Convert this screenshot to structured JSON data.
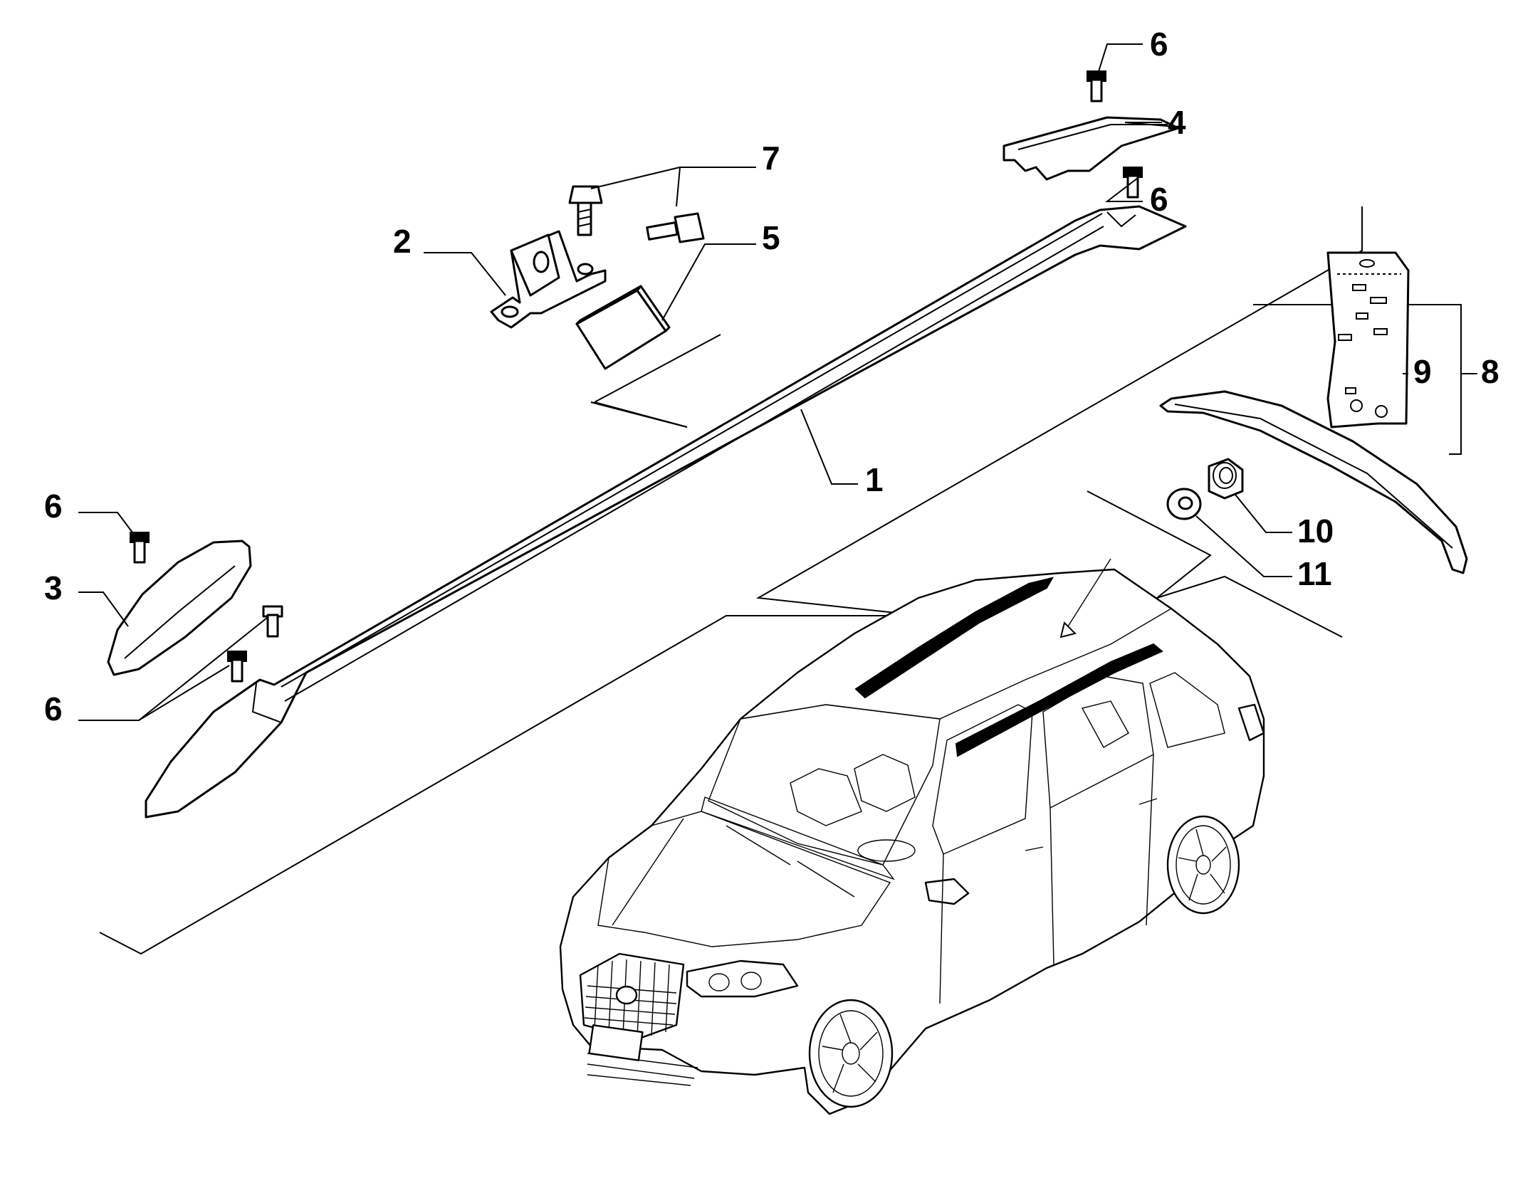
{
  "diagram": {
    "callouts": [
      {
        "id": "1",
        "label": "1"
      },
      {
        "id": "2",
        "label": "2"
      },
      {
        "id": "3",
        "label": "3"
      },
      {
        "id": "4",
        "label": "4"
      },
      {
        "id": "5",
        "label": "5"
      },
      {
        "id": "6a",
        "label": "6"
      },
      {
        "id": "6b",
        "label": "6"
      },
      {
        "id": "6c",
        "label": "6"
      },
      {
        "id": "6d",
        "label": "6"
      },
      {
        "id": "7",
        "label": "7"
      },
      {
        "id": "8",
        "label": "8"
      },
      {
        "id": "9",
        "label": "9"
      },
      {
        "id": "10",
        "label": "10"
      },
      {
        "id": "11",
        "label": "11"
      }
    ]
  }
}
